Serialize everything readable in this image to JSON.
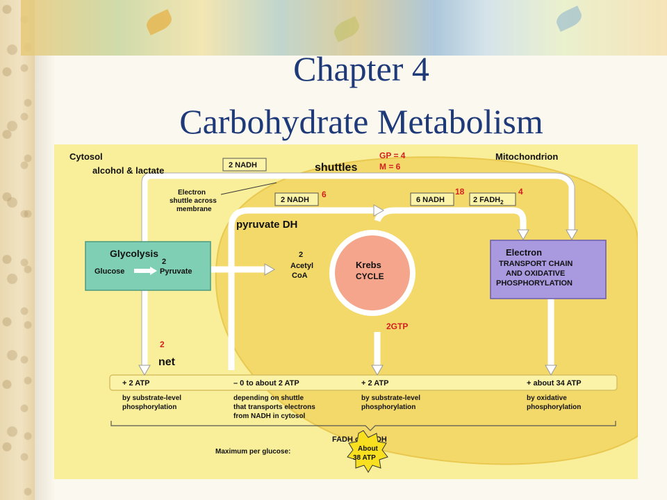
{
  "slide": {
    "title_line1": "Chapter 4",
    "title_line2": "Carbohydrate Metabolism"
  },
  "diagram": {
    "cytosol": "Cytosol",
    "mitochondrion": "Mitochondrion",
    "alcohol_lactate": "alcohol & lactate",
    "nadh_top": "2 NADH",
    "shuttles": "shuttles",
    "gp": "GP = 4",
    "m": "M = 6",
    "electron_shuttle_1": "Electron",
    "electron_shuttle_2": "shuttle across",
    "electron_shuttle_3": "membrane",
    "nadh_left": "2 NADH",
    "nadh_left_num": "6",
    "nadh_mid": "6 NADH",
    "nadh_mid_num": "18",
    "fadh": "2 FADH",
    "fadh_sub": "2",
    "fadh_num": "4",
    "pyruvate_dh": "pyruvate DH",
    "glycolysis": "Glycolysis",
    "glycolysis_two": "2",
    "glucose": "Glucose",
    "pyruvate": "Pyruvate",
    "acetyl_two": "2",
    "acetyl": "Acetyl",
    "coa": "CoA",
    "krebs": "Krebs",
    "cycle": "CYCLE",
    "etc_1": "Electron",
    "etc_2": "TRANSPORT CHAIN",
    "etc_3": "AND OXIDATIVE",
    "etc_4": "PHOSPHORYLATION",
    "gtp": "2GTP",
    "net_two": "2",
    "net": "net",
    "atp_1": "+ 2 ATP",
    "atp_2": "– 0 to about 2 ATP",
    "atp_3": "+ 2 ATP",
    "atp_4": "+ about 34 ATP",
    "desc1_1": "by substrate-level",
    "desc1_2": "phosphorylation",
    "desc2_1": "depending on shuttle",
    "desc2_2": "that transports electrons",
    "desc2_3": "from NADH in cytosol",
    "desc3_1": "by substrate-level",
    "desc3_2": "phosphorylation",
    "desc4_1": "by oxidative",
    "desc4_2": "phosphorylation",
    "fadh_or_nadh": "FADH or NADH",
    "max_per_glucose": "Maximum per glucose:",
    "about": "About",
    "atp_38": "38 ATP"
  },
  "colors": {
    "title": "#1f3a78",
    "diagram_bg": "#f9ee9a",
    "mitochondrion": "#f3d96a",
    "glycolysis_box": "#7fcfb5",
    "krebs_circle": "#f4a58c",
    "etc_box": "#a99ae0",
    "red_label": "#d42020"
  }
}
